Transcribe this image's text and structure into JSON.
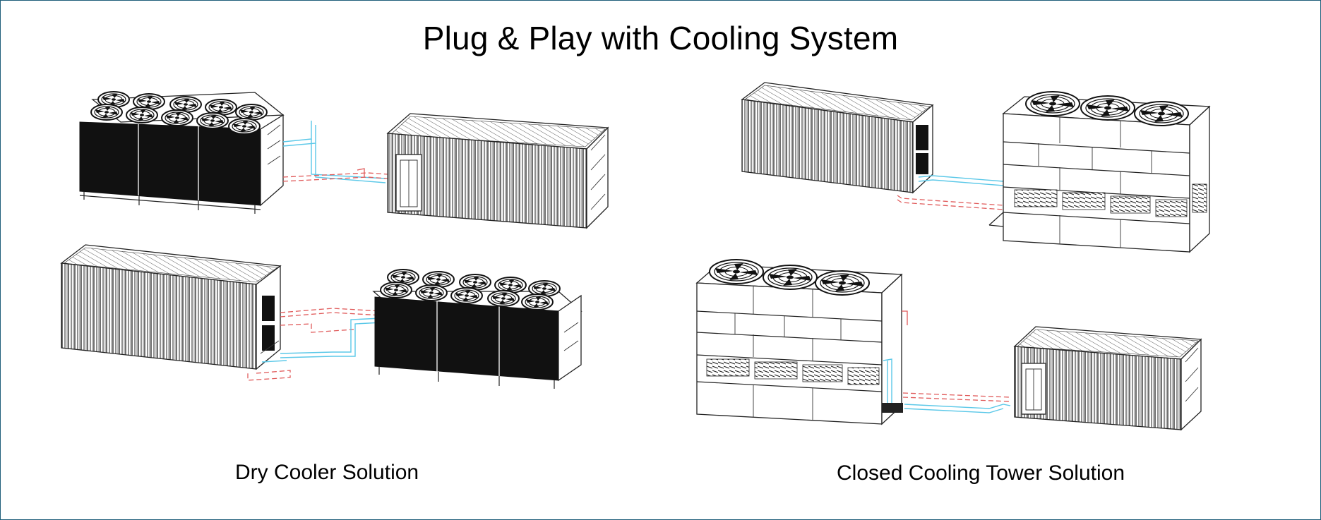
{
  "title": "Plug & Play with Cooling System",
  "captions": {
    "left": "Dry Cooler Solution",
    "right": "Closed Cooling Tower Solution"
  },
  "colors": {
    "frame_border": "#1f5f7a",
    "supply_pipe": "#e05a5a",
    "return_pipe": "#5bc8e8",
    "line": "#222222"
  }
}
